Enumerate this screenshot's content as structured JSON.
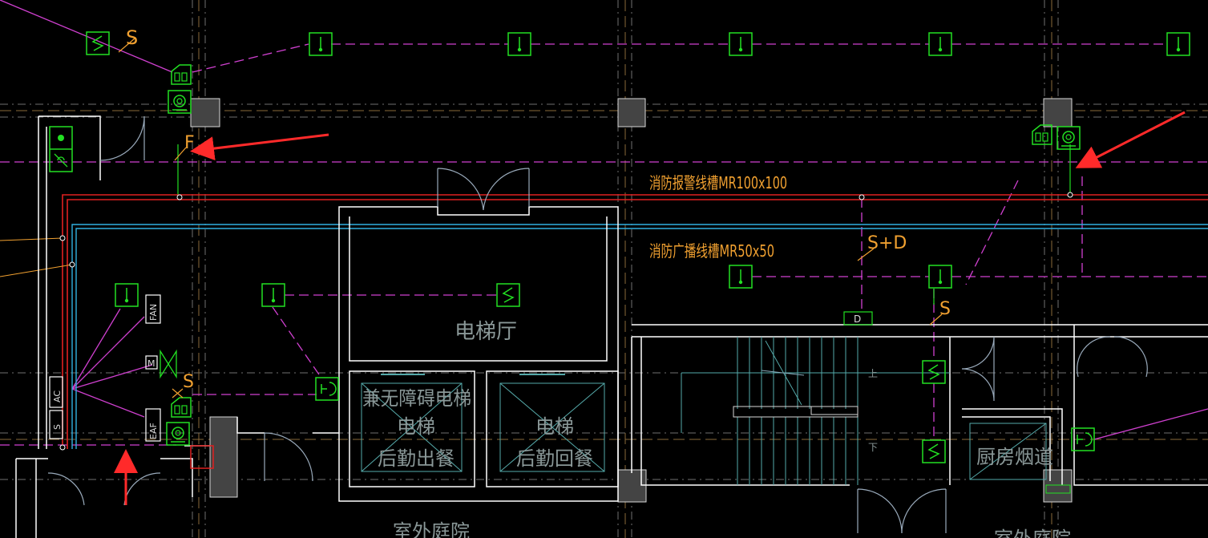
{
  "labels": {
    "tray_alarm": "消防报警线槽MR100x100",
    "tray_broadcast": "消防广播线槽MR50x50",
    "elevator_hall": "电梯厅",
    "elevator_left_1": "兼无障碍电梯",
    "elevator_left_2": "电梯",
    "elevator_left_3": "后勤出餐",
    "elevator_right_1": "电梯",
    "elevator_right_2": "后勤回餐",
    "kitchen_flue": "厨房烟道",
    "courtyard": "室外庭院",
    "courtyard_right": "室外庭院",
    "stair_up": "上",
    "stair_down": "下"
  },
  "tags": {
    "s_top": "S",
    "f_tag": "F",
    "sd_tag": "S+D",
    "s_mid": "S",
    "s_left": "S",
    "d_box": "D",
    "fan": "FAN",
    "eaf": "EAF",
    "ac": "AC",
    "s_box": "S",
    "m_box": "M"
  },
  "colors": {
    "magenta": "#d040d0",
    "green": "#22e022",
    "red": "#e02020",
    "cyan": "#30b0e0",
    "orange": "#f0a030",
    "wall": "#ffffff",
    "arrow": "#ff2a2a"
  },
  "icons": {
    "smoke_detector": "S-box-icon",
    "heat_detector": "heat-detector-icon",
    "speaker": "speaker-icon",
    "pointer_arrow": "red-arrow-icon"
  }
}
